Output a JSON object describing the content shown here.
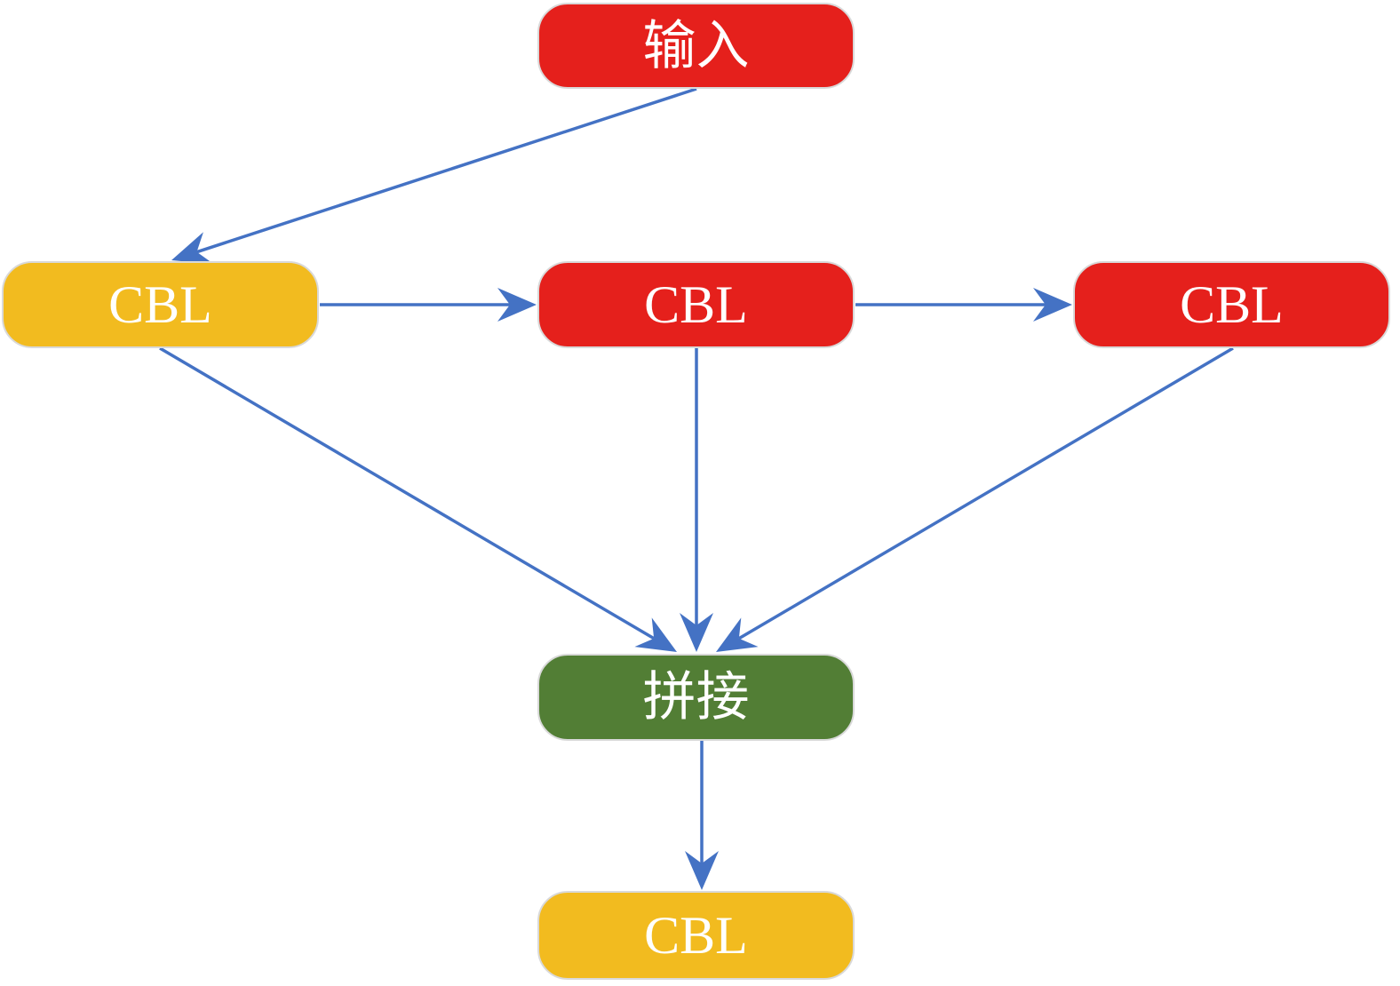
{
  "colors": {
    "red": "#e5201c",
    "yellow": "#f2bb1f",
    "green": "#527e35",
    "arrow": "#4472c4"
  },
  "nodes": {
    "input": {
      "label": "输入",
      "color": "red"
    },
    "cbl1": {
      "label": "CBL",
      "color": "yellow"
    },
    "cbl2": {
      "label": "CBL",
      "color": "red"
    },
    "cbl3": {
      "label": "CBL",
      "color": "red"
    },
    "concat": {
      "label": "拼接",
      "color": "green"
    },
    "output": {
      "label": "CBL",
      "color": "yellow"
    }
  },
  "edges": [
    {
      "from": "input",
      "to": "cbl1"
    },
    {
      "from": "cbl1",
      "to": "cbl2"
    },
    {
      "from": "cbl2",
      "to": "cbl3"
    },
    {
      "from": "cbl1",
      "to": "concat"
    },
    {
      "from": "cbl2",
      "to": "concat"
    },
    {
      "from": "cbl3",
      "to": "concat"
    },
    {
      "from": "concat",
      "to": "output"
    }
  ]
}
